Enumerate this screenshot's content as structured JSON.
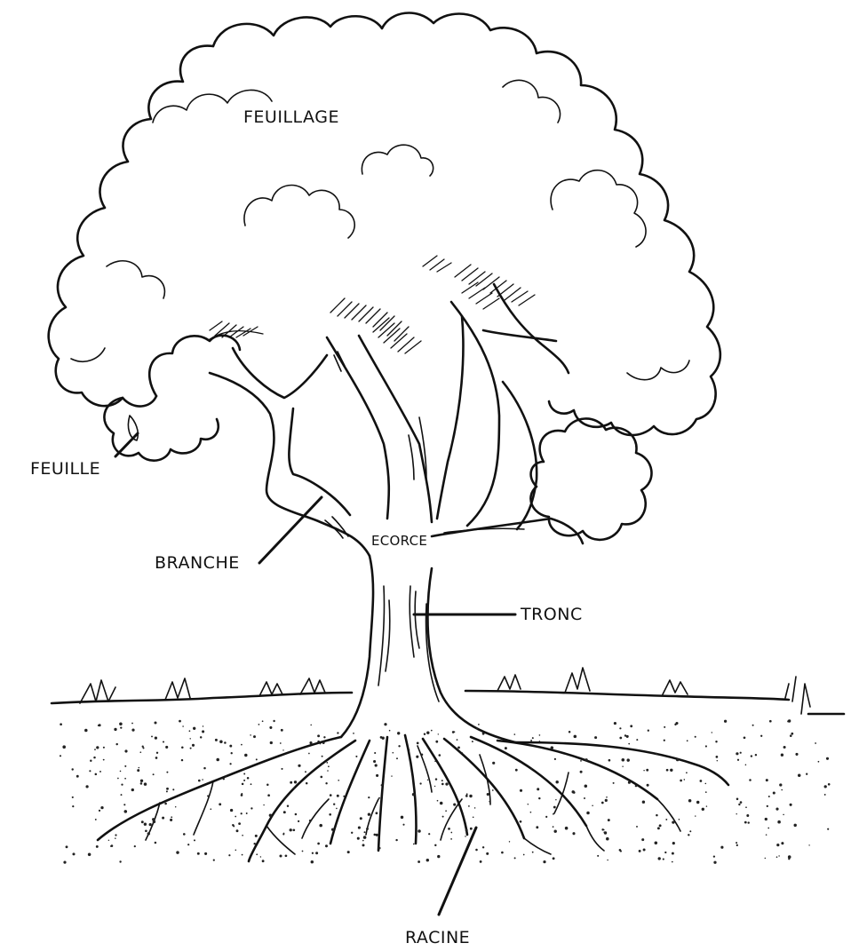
{
  "diagram": {
    "labels": {
      "foliage": "FEUILLAGE",
      "leaf": "FEUILLE",
      "branch": "BRANCHE",
      "bark": "ECORCE",
      "trunk": "TRONC",
      "root": "RACINE"
    }
  }
}
